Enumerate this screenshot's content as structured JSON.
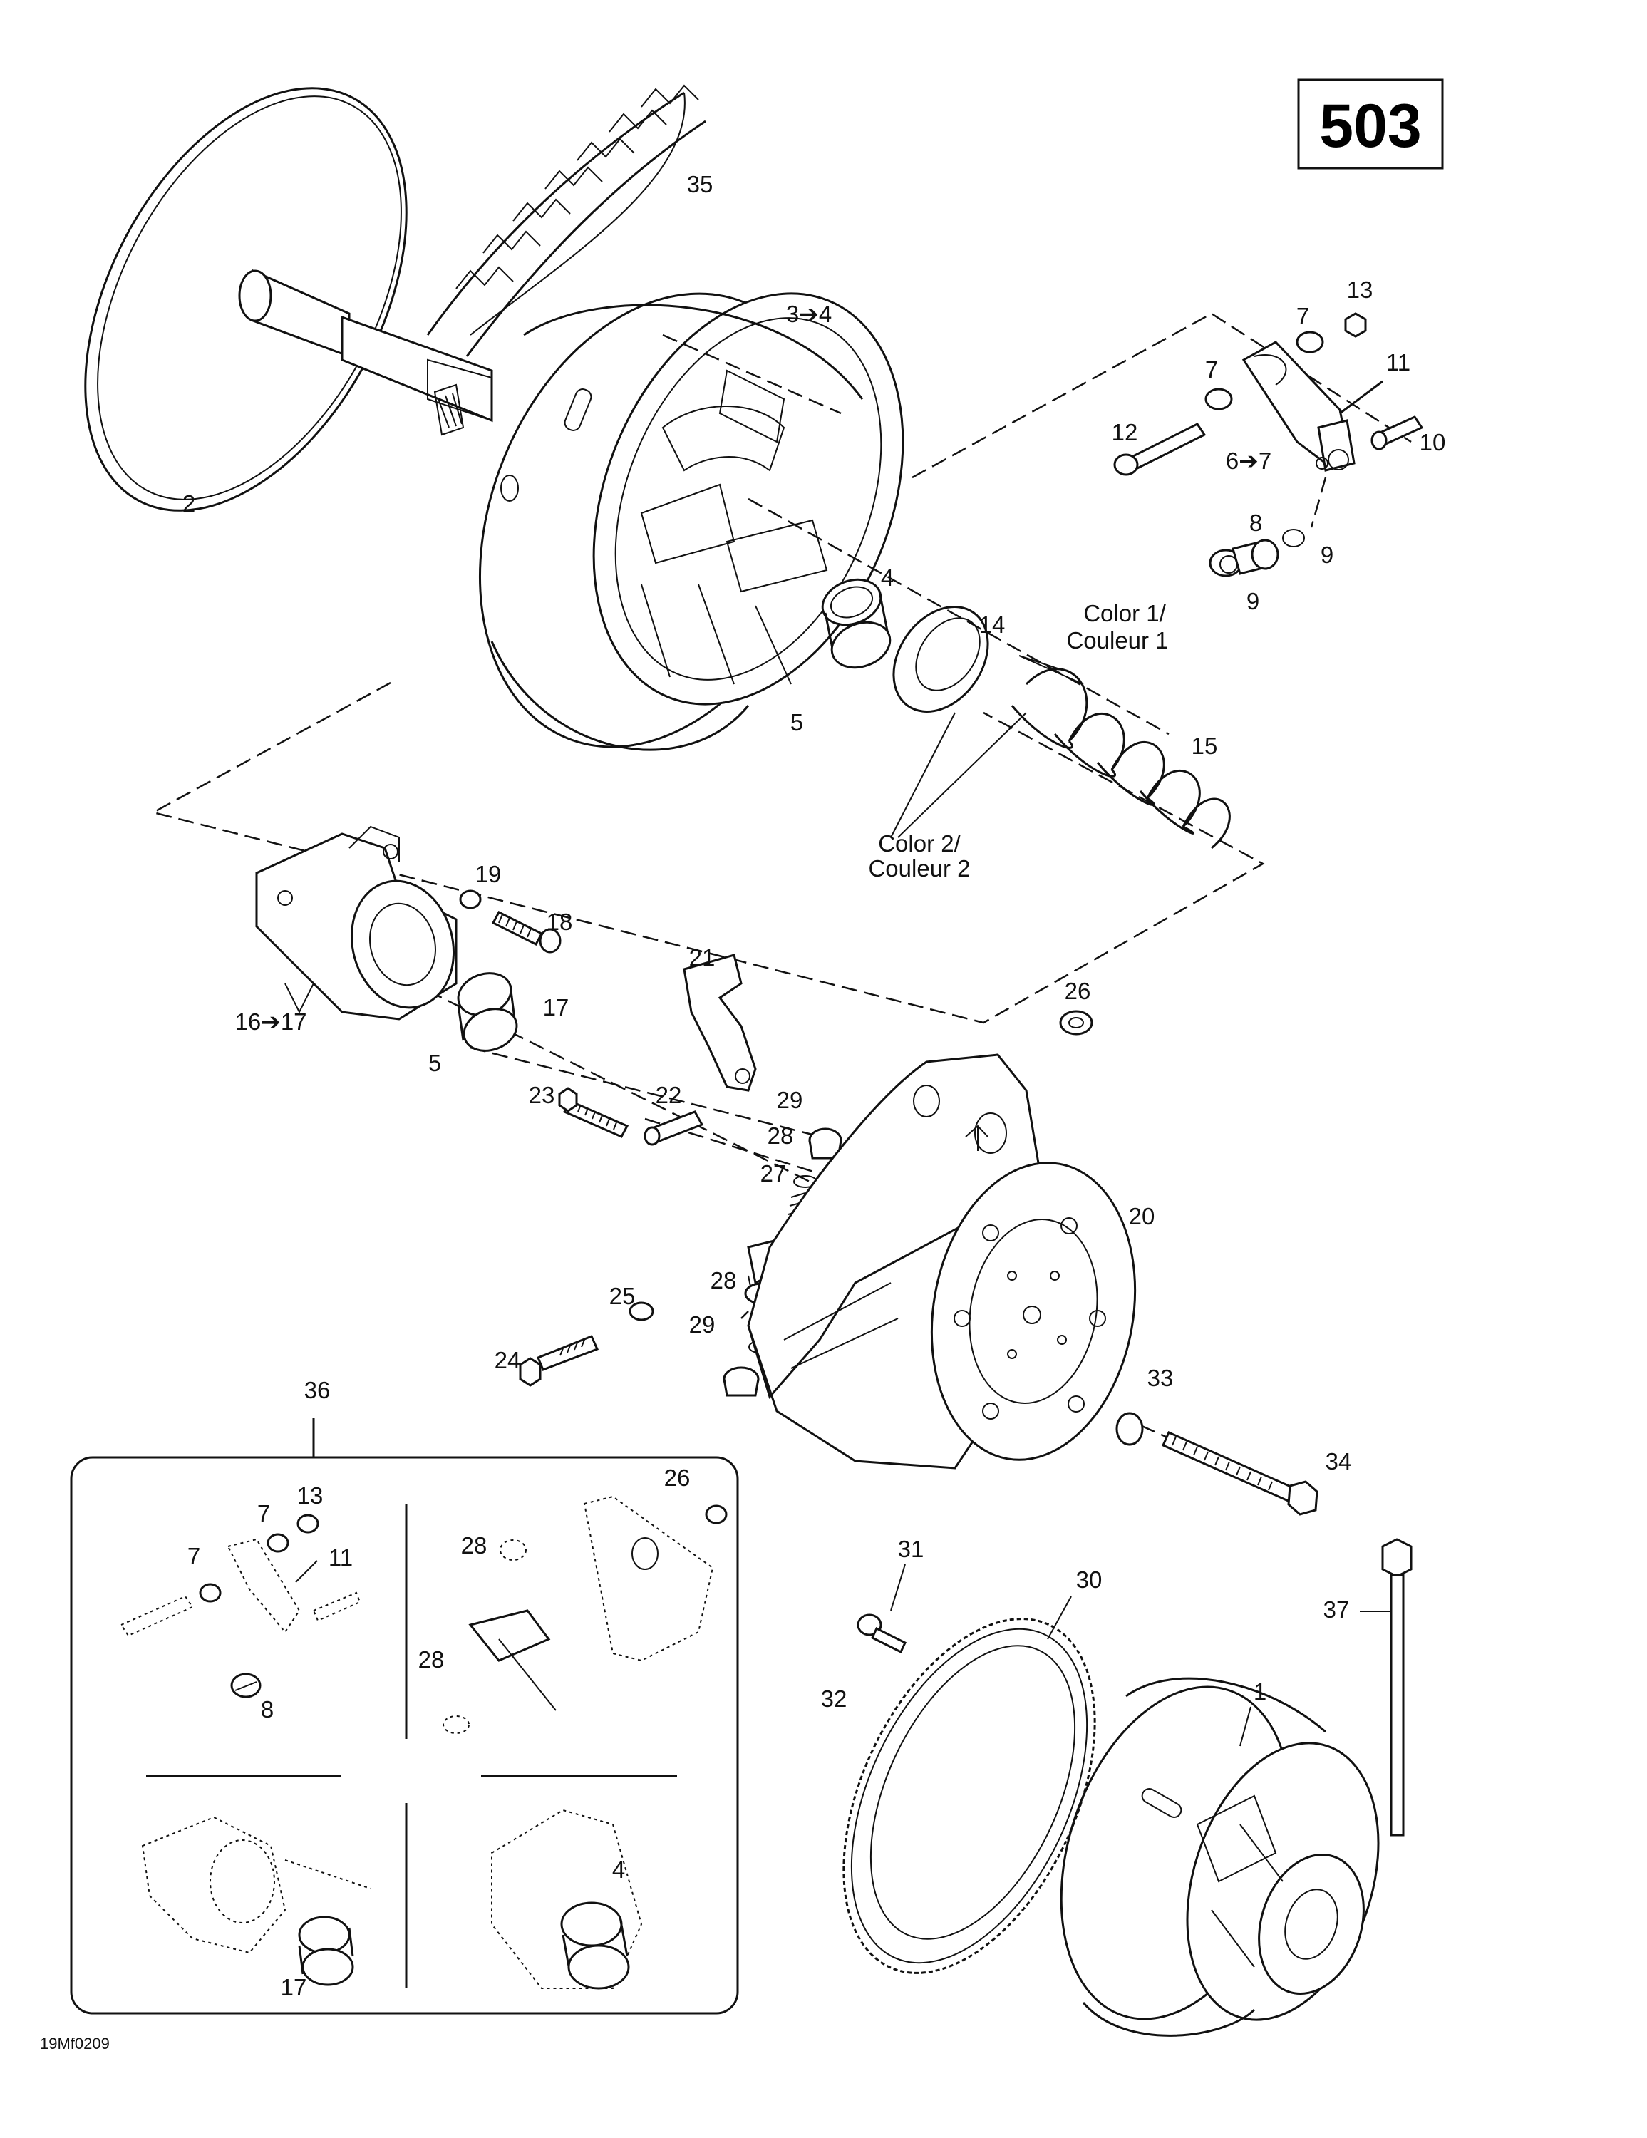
{
  "page_number": "503",
  "reference": "19Mf0209",
  "callouts": {
    "c1": "1",
    "c2": "2",
    "c3_4": "3➔4",
    "c4": "4",
    "c5a": "5",
    "c5b": "5",
    "c6_7": "6➔7",
    "c7a": "7",
    "c7b": "7",
    "c8": "8",
    "c9a": "9",
    "c9b": "9",
    "c10": "10",
    "c11": "11",
    "c12": "12",
    "c13": "13",
    "c14": "14",
    "c15": "15",
    "c16_17": "16➔17",
    "c17": "17",
    "c18": "18",
    "c19": "19",
    "c20": "20",
    "c21": "21",
    "c22": "22",
    "c23": "23",
    "c24": "24",
    "c25": "25",
    "c26": "26",
    "c27": "27",
    "c28a": "28",
    "c28b": "28",
    "c29a": "29",
    "c29b": "29",
    "c30": "30",
    "c31": "31",
    "c32": "32",
    "c33": "33",
    "c34": "34",
    "c35": "35",
    "c36": "36",
    "c37": "37"
  },
  "color_notes": {
    "color1_line1": "Color 1/",
    "color1_line2": "Couleur 1",
    "color2_line1": "Color 2/",
    "color2_line2": "Couleur 2"
  },
  "inset_callouts": {
    "i7a": "7",
    "i7b": "7",
    "i8": "8",
    "i11": "11",
    "i13": "13",
    "i26": "26",
    "i28a": "28",
    "i28b": "28",
    "i17": "17",
    "i4": "4"
  }
}
